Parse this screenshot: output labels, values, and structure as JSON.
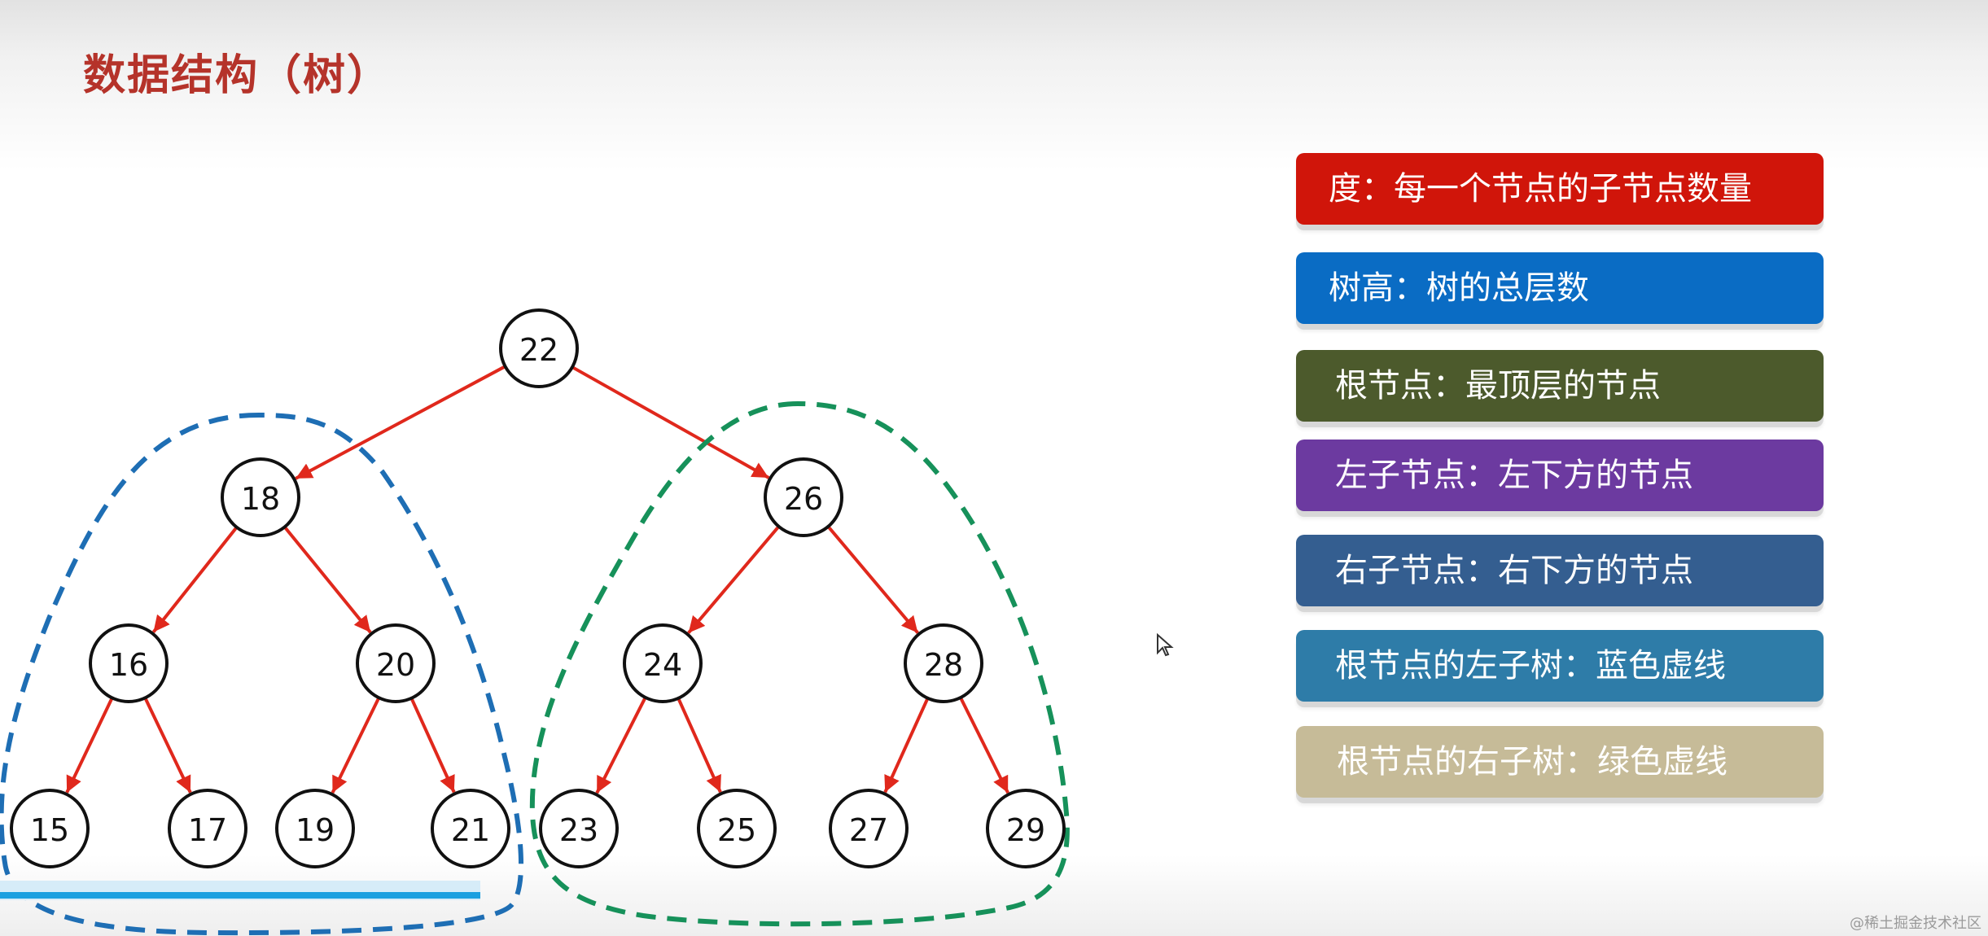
{
  "title": "数据结构（树）",
  "tree": {
    "root": "22",
    "nodes": [
      {
        "id": "22",
        "label": "22",
        "level": 0
      },
      {
        "id": "18",
        "label": "18",
        "level": 1,
        "parent": "22",
        "side": "left"
      },
      {
        "id": "26",
        "label": "26",
        "level": 1,
        "parent": "22",
        "side": "right"
      },
      {
        "id": "16",
        "label": "16",
        "level": 2,
        "parent": "18",
        "side": "left"
      },
      {
        "id": "20",
        "label": "20",
        "level": 2,
        "parent": "18",
        "side": "right"
      },
      {
        "id": "24",
        "label": "24",
        "level": 2,
        "parent": "26",
        "side": "left"
      },
      {
        "id": "28",
        "label": "28",
        "level": 2,
        "parent": "26",
        "side": "right"
      },
      {
        "id": "15",
        "label": "15",
        "level": 3,
        "parent": "16",
        "side": "left"
      },
      {
        "id": "17",
        "label": "17",
        "level": 3,
        "parent": "16",
        "side": "right"
      },
      {
        "id": "19",
        "label": "19",
        "level": 3,
        "parent": "20",
        "side": "left"
      },
      {
        "id": "21",
        "label": "21",
        "level": 3,
        "parent": "20",
        "side": "right"
      },
      {
        "id": "23",
        "label": "23",
        "level": 3,
        "parent": "24",
        "side": "left"
      },
      {
        "id": "25",
        "label": "25",
        "level": 3,
        "parent": "24",
        "side": "right"
      },
      {
        "id": "27",
        "label": "27",
        "level": 3,
        "parent": "28",
        "side": "left"
      },
      {
        "id": "29",
        "label": "29",
        "level": 3,
        "parent": "28",
        "side": "right"
      }
    ],
    "edge_color": "#e0281c",
    "left_subtree_outline_color": "#1e6eb4",
    "right_subtree_outline_color": "#16915a"
  },
  "legend": [
    {
      "text": "度：每一个节点的子节点数量",
      "color": "#d0150a"
    },
    {
      "text": "树高：树的总层数",
      "color": "#0a6cc4"
    },
    {
      "text": "根节点：最顶层的节点",
      "color": "#4c5a2c"
    },
    {
      "text": "左子节点：左下方的节点",
      "color": "#6c3aa0"
    },
    {
      "text": "右子节点：右下方的节点",
      "color": "#345e90"
    },
    {
      "text": "根节点的左子树：蓝色虚线",
      "color": "#2e7ca8"
    },
    {
      "text": "根节点的右子树：绿色虚线",
      "color": "#c6bb98"
    }
  ],
  "watermark": "@稀土掘金技术社区"
}
